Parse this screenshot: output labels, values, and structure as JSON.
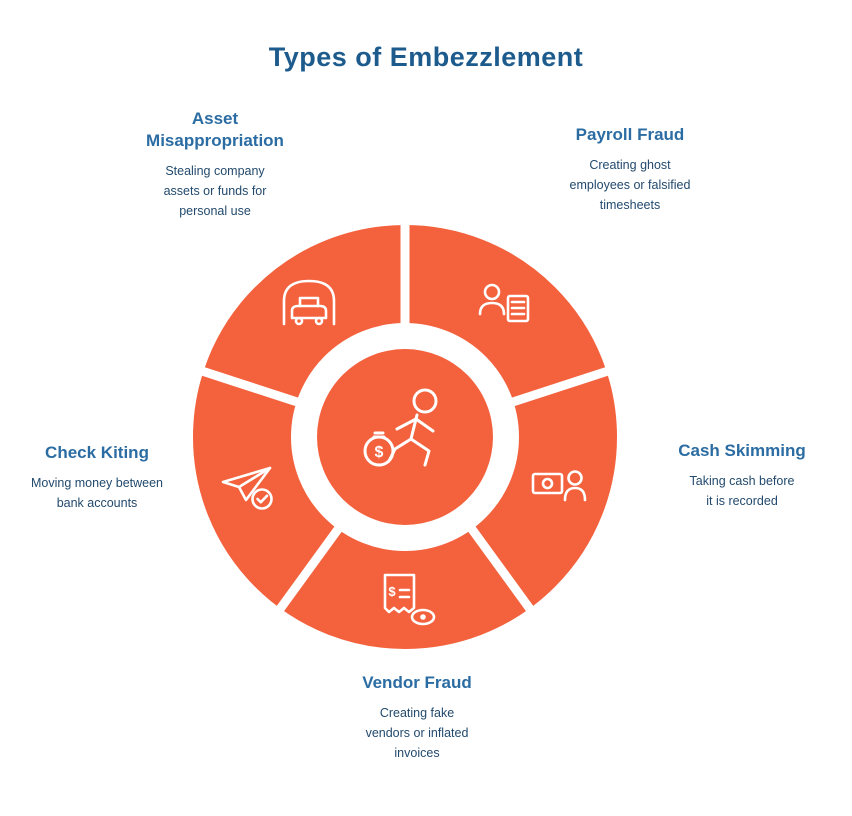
{
  "title": "Types of Embezzlement",
  "colors": {
    "accent_orange": "#F4613D",
    "title_blue": "#1E5B8D",
    "heading_blue": "#2B6CA3",
    "body_navy": "#234A6D",
    "icon_white": "#FFFFFF",
    "background": "#FFFFFF"
  },
  "diagram": {
    "type": "circular-infographic",
    "segment_count": 5,
    "center": {
      "icon": "running-person-with-money-bag-icon"
    },
    "segments": [
      {
        "id": "asset-misappropriation",
        "position": "top-left",
        "title": "Asset\nMisappropriation",
        "description": "Stealing company\nassets or funds for\npersonal use",
        "icon": "car-in-garage-icon"
      },
      {
        "id": "payroll-fraud",
        "position": "top-right",
        "title": "Payroll Fraud",
        "description": "Creating ghost\nemployees or falsified\ntimesheets",
        "icon": "employee-document-icon"
      },
      {
        "id": "cash-skimming",
        "position": "right",
        "title": "Cash Skimming",
        "description": "Taking cash before\nit is recorded",
        "icon": "cash-and-person-icon"
      },
      {
        "id": "vendor-fraud",
        "position": "bottom",
        "title": "Vendor Fraud",
        "description": "Creating fake\nvendors or inflated\ninvoices",
        "icon": "invoice-with-eye-icon"
      },
      {
        "id": "check-kiting",
        "position": "left",
        "title": "Check Kiting",
        "description": "Moving money between\nbank accounts",
        "icon": "paper-plane-check-icon"
      }
    ]
  }
}
